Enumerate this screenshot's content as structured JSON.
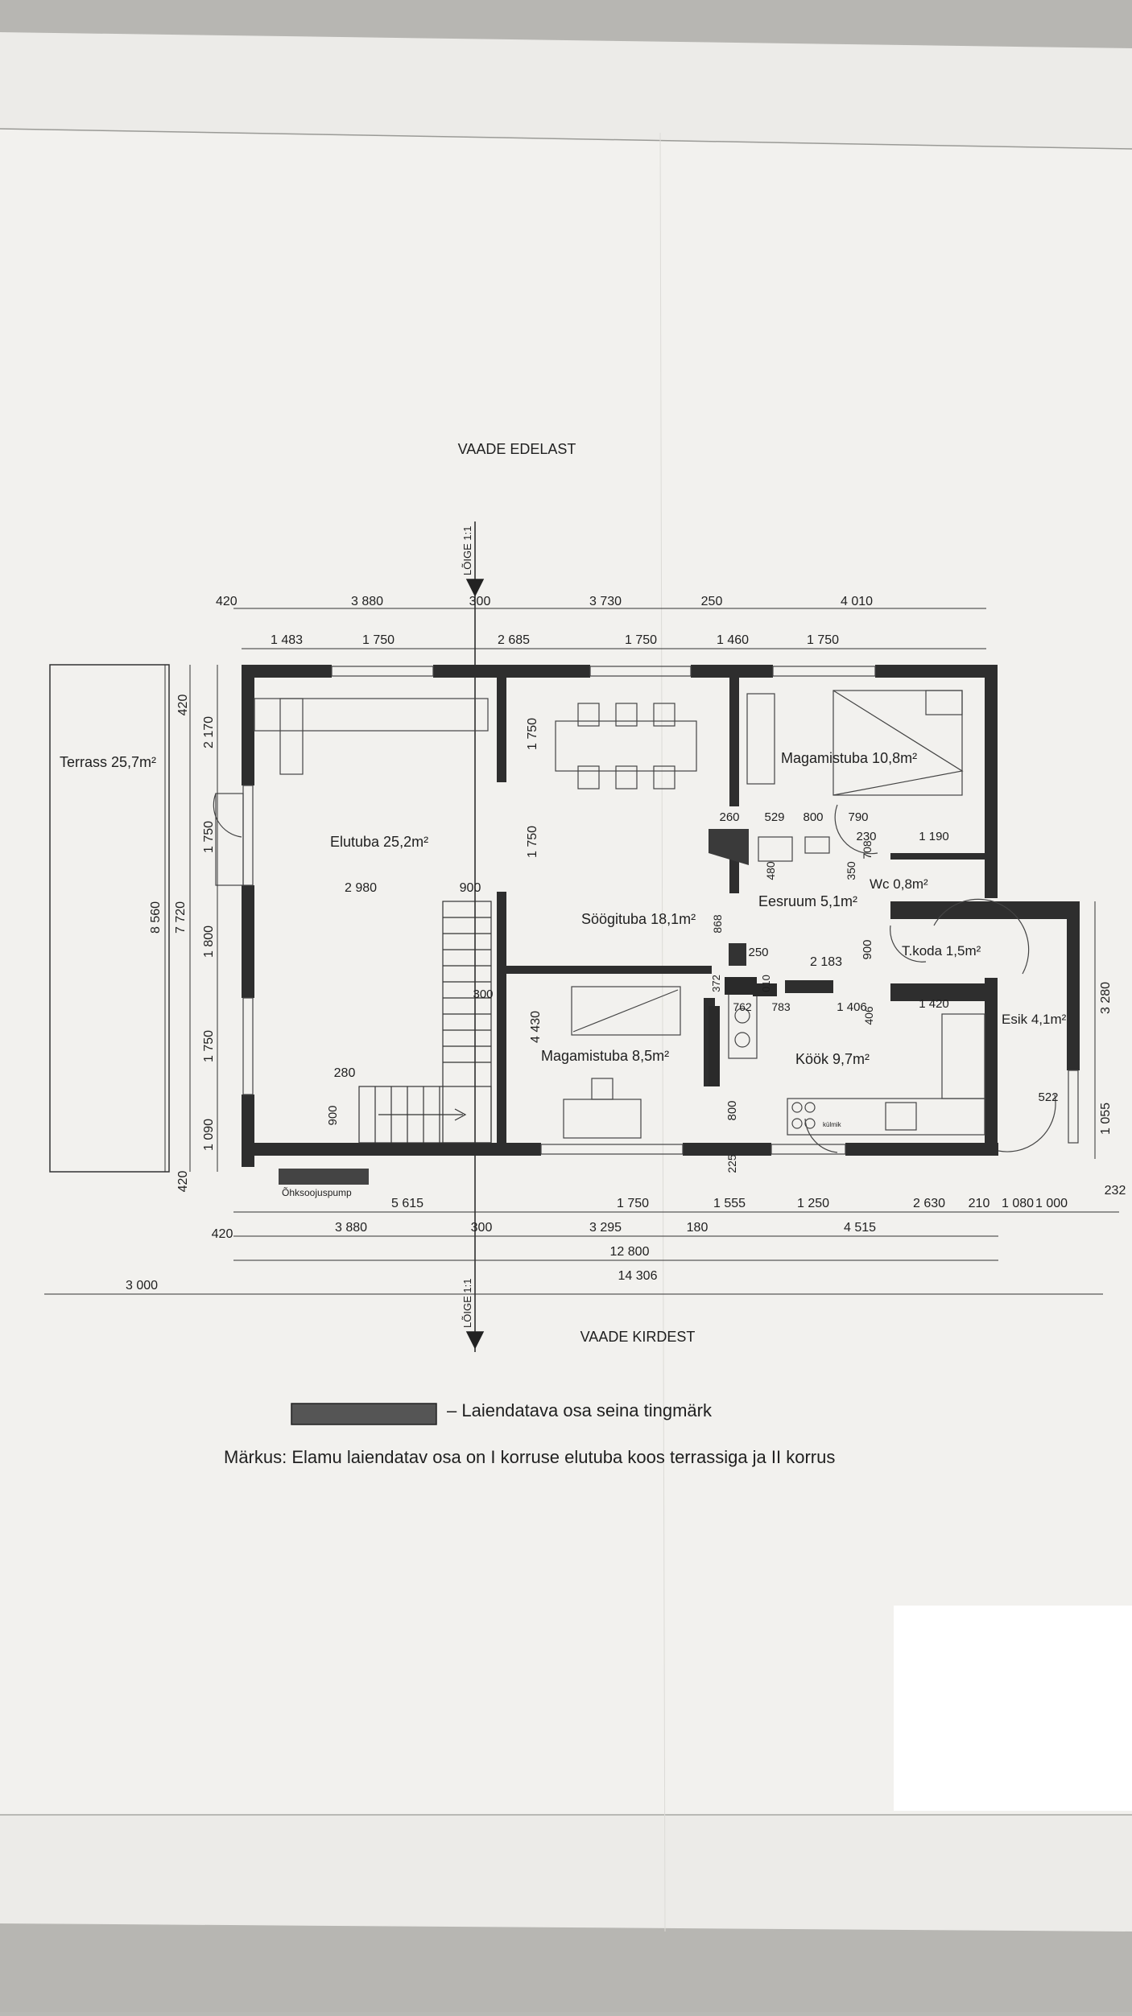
{
  "views": {
    "top": "VAADE EDELAST",
    "bottom": "VAADE KIRDEST"
  },
  "section_mark": "LÕIGE 1:1",
  "rooms": {
    "terrace": "Terrass 25,7m²",
    "living": "Elutuba 25,2m²",
    "dining": "Söögituba 18,1m²",
    "bedroom_small": "Magamistuba 8,5m²",
    "bedroom_large": "Magamistuba 10,8m²",
    "hall": "Eesruum 5,1m²",
    "wc": "Wc 0,8m²",
    "technical": "T.koda 1,5m²",
    "entrance": "Esik 4,1m²",
    "kitchen": "Köök 9,7m²",
    "heat_pump": "Õhksoojuspump",
    "fridge": "külmik"
  },
  "dims": {
    "top1": [
      "420",
      "3 880",
      "300",
      "3 730",
      "250",
      "4 010"
    ],
    "top2": [
      "1 483",
      "1 750",
      "2 685",
      "1 750",
      "1 460",
      "1 750"
    ],
    "left_outer": "8 560",
    "left_mid": "7 720",
    "left_inner": [
      "420",
      "2 170",
      "1 750",
      "1 800",
      "1 750",
      "1 090",
      "420"
    ],
    "right": [
      "3 280",
      "1 055"
    ],
    "interior": [
      "2 980",
      "900",
      "1 750",
      "1 750",
      "280",
      "900",
      "300",
      "4 430",
      "260",
      "529",
      "800",
      "790",
      "230",
      "1 190",
      "480",
      "350",
      "708",
      "868",
      "250",
      "2 183",
      "900",
      "372",
      "010",
      "762",
      "783",
      "1 406",
      "406",
      "1 420",
      "800",
      "225",
      "522"
    ],
    "bottom1": [
      "5 615",
      "1 750",
      "1 555",
      "1 250",
      "2 630",
      "210",
      "1 080",
      "1 000",
      "232"
    ],
    "bottom2": [
      "420",
      "3 880",
      "300",
      "3 295",
      "180",
      "4 515"
    ],
    "bottom3": "12 800",
    "bottom4": [
      "3 000",
      "14 306"
    ]
  },
  "legend": {
    "text": "– Laiendatava osa seina tingmärk"
  },
  "note": "Märkus: Elamu laiendatav osa on I korruse elutuba koos terrassiga ja II korrus"
}
